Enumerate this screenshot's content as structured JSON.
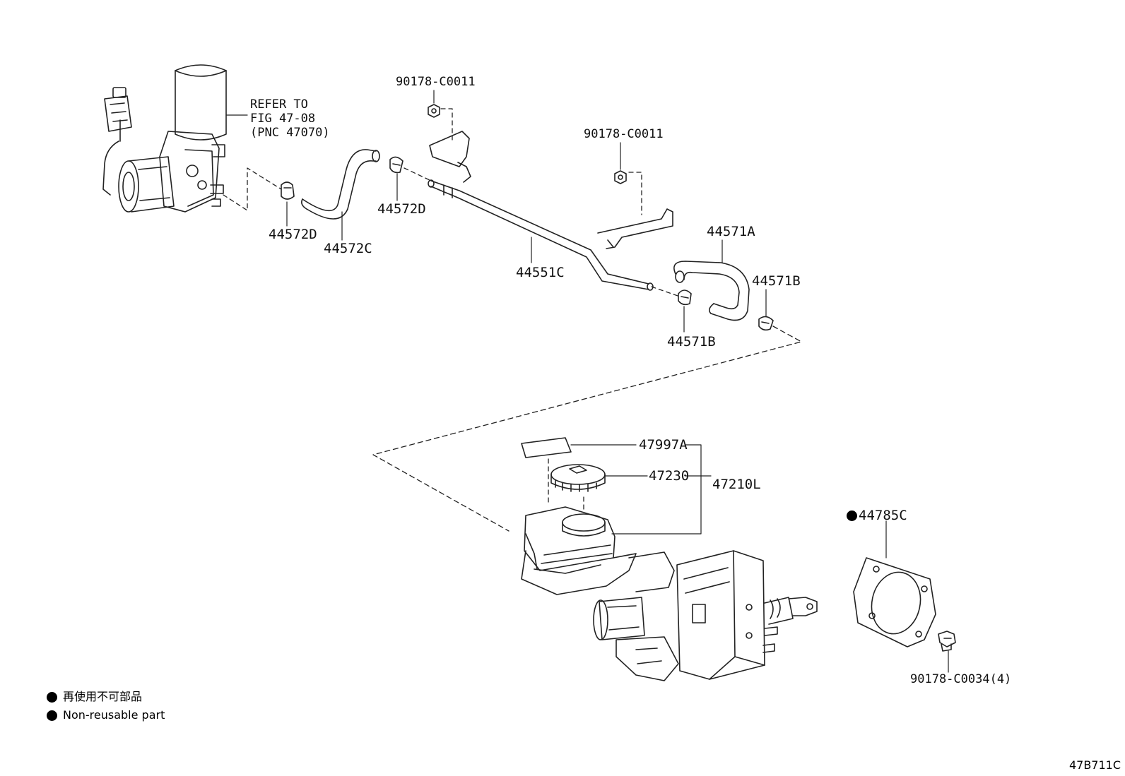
{
  "refer": {
    "line1": "REFER TO",
    "line2": "FIG 47-08",
    "line3": "(PNC 47070)"
  },
  "labels": {
    "bolt_top": "90178-C0011",
    "bolt_mid": "90178-C0011",
    "clip_left": "44572D",
    "hose_left": "44572C",
    "clip_mid": "44572D",
    "pipe": "44551C",
    "hose_right": "44571A",
    "clip_right_upper": "44571B",
    "clip_right_lower": "44571B",
    "label_part": "47997A",
    "cap": "47230",
    "reservoir_assy": "47210L",
    "gasket": "44785C",
    "bolt_bottom": "90178-C0034(4)"
  },
  "legend": {
    "japanese": "再使用不可部品",
    "english": "Non-reusable part"
  },
  "figure_id": "47B711C"
}
